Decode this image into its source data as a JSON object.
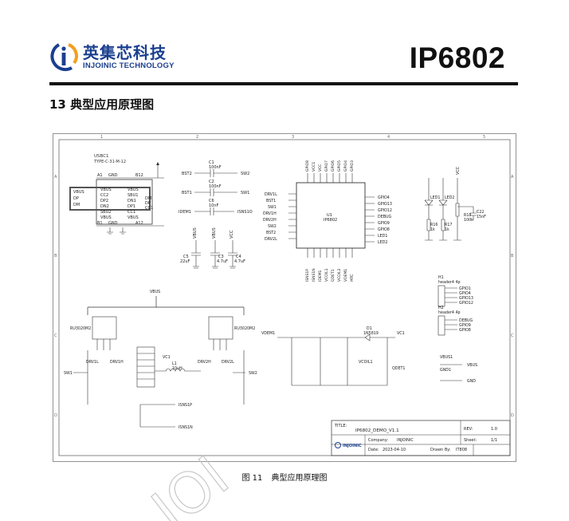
{
  "header": {
    "brand_cn": "英集芯科技",
    "brand_en": "INJOINIC TECHNOLOGY",
    "model": "IP6802",
    "brand_color": "#1b3f8f"
  },
  "section": {
    "number": "13",
    "title": "典型应用原理图"
  },
  "schematic": {
    "usb": {
      "ref": "USBC1",
      "type": "TYPE-C-31-M-12",
      "pins_left": [
        "VBUS",
        "CC2",
        "DP2",
        "DN2",
        "SBU2",
        "VBUS"
      ],
      "pins_right": [
        "VBUS",
        "SBU1",
        "DN1",
        "DP1",
        "CC1",
        "VBUS"
      ],
      "nets_left": [
        "VBUS",
        "DP",
        "DM"
      ],
      "nets_right": [
        "DM",
        "DP",
        "CC1"
      ],
      "pin_labels": [
        "A1",
        "B12",
        "B1",
        "A12",
        "GND",
        "GND"
      ]
    },
    "caps_top": [
      {
        "ref": "C1",
        "value": "100nF",
        "left": "BST2",
        "right": "SW2"
      },
      {
        "ref": "C2",
        "value": "100nF",
        "left": "BST1",
        "right": "SW1"
      },
      {
        "ref": "C6",
        "value": "10nF",
        "left": "IDEM1",
        "right": "ISNS1O"
      }
    ],
    "caps_bottom": [
      {
        "ref": "C5",
        "value": "22uF",
        "net": "VBUS"
      },
      {
        "ref": "C3",
        "value": "4.7uF",
        "net": "VBUS"
      },
      {
        "ref": "C4",
        "value": "4.7uF",
        "net": "VCC"
      }
    ],
    "ic": {
      "ref": "U1",
      "part": "IP6802",
      "left_pins": [
        "DRV1L",
        "BST1",
        "SW1",
        "DRV1H",
        "DRV2H",
        "SW2",
        "BST2",
        "DRV2L"
      ],
      "right_pins": [
        "GPIO4",
        "GPIO13",
        "GPIO12",
        "DEBUG",
        "GPIO9",
        "GPIO8",
        "LED1",
        "LED2"
      ],
      "top_pins": [
        "GPIO8",
        "VCC1",
        "VCC",
        "GPIO7",
        "GPIO6",
        "GPIO5",
        "GPIO4",
        "GPIO3"
      ],
      "bottom_pins": [
        "ISNS1P",
        "ISNS1N",
        "IDEM1",
        "VCOIL1",
        "QDET1",
        "VCOIL2",
        "VDEM1",
        "MTC"
      ]
    },
    "leds": [
      {
        "ref": "LED1",
        "r": "R16",
        "rv": "1k"
      },
      {
        "ref": "LED2",
        "r": "R17",
        "rv": "1k"
      },
      {
        "ref": "R18",
        "rv": "100k",
        "c": "C22",
        "cv": "15nF",
        "net": "VCC"
      }
    ],
    "headers": [
      {
        "ref": "H1",
        "desc": "header4 4p",
        "pins": [
          "GPIO1",
          "GPIO4",
          "GPIO13",
          "GPIO12"
        ]
      },
      {
        "ref": "H2",
        "desc": "header4 4p",
        "pins": [
          "DEBUG",
          "GPIO9",
          "GPIO8"
        ]
      }
    ],
    "power": {
      "vbus": "VBUS",
      "vcc": "VCC",
      "gnd": "GND",
      "l1": "L1",
      "l1v": "10uH",
      "q_left": "RU3020M2",
      "q_right": "RU3020M2"
    },
    "nets": {
      "sw1": "SW1",
      "sw2": "SW2",
      "drv1l": "DRV1L",
      "drv1h": "DRV1H",
      "drv2h": "DRV2H",
      "drv2l": "DRV2L",
      "isns1p": "ISNS1P",
      "isns1n": "ISNS1N",
      "vdem1": "VDEM1",
      "vcoil1": "VCOIL1",
      "qdet1": "QDET1",
      "vc1": "VC1",
      "diode": "D1",
      "diode_part": "1N5819"
    },
    "test_points": [
      {
        "ref": "VBUS1",
        "net": "VBUS"
      },
      {
        "ref": "GND1",
        "net": "GND"
      }
    ],
    "title_block": {
      "title_label": "TITLE:",
      "title": "IP6802_DEMO_V1.1",
      "rev_label": "REV:",
      "rev": "1.0",
      "company_label": "Company:",
      "company": "INJOINIC",
      "sheet_label": "Sheet:",
      "sheet": "1/1",
      "date_label": "Date:",
      "date": "2023-04-10",
      "drawn_label": "Drawn By:",
      "drawn": "IT808",
      "logo_text": "INJOINIC"
    }
  },
  "caption": {
    "fig": "图 11",
    "text": "典型应用原理图"
  },
  "watermark": "JOI"
}
